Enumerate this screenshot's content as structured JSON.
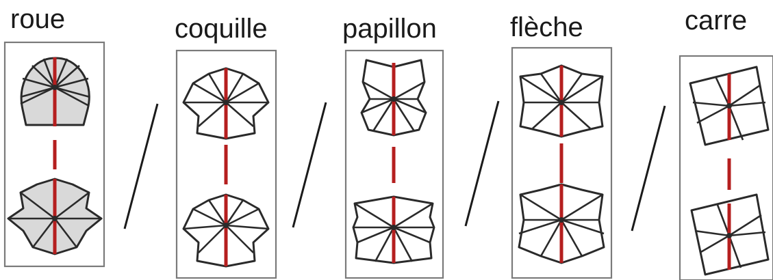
{
  "figure": {
    "labels": [
      "roue",
      "coquille",
      "papillon",
      "flèche",
      "carre"
    ]
  },
  "colors": {
    "axis": "#b51f1f",
    "outline": "#2a2a2a",
    "fill_grey": "#d9d9d9",
    "fill_white": "#ffffff",
    "frame": "#7a7a7a"
  },
  "panels": [
    {
      "name": "roue",
      "top_shape": "dome",
      "bottom_shape": "star-pentagon",
      "fill": "grey"
    },
    {
      "name": "coquille",
      "top_shape": "pentagon-star",
      "bottom_shape": "pentagon-star",
      "fill": "white"
    },
    {
      "name": "papillon",
      "top_shape": "bowtie",
      "bottom_shape": "bowtie",
      "fill": "white"
    },
    {
      "name": "flèche",
      "top_shape": "arrow-up",
      "bottom_shape": "arrow-down",
      "fill": "white"
    },
    {
      "name": "carre",
      "top_shape": "square-tilted",
      "bottom_shape": "square-tilted",
      "fill": "white"
    }
  ]
}
